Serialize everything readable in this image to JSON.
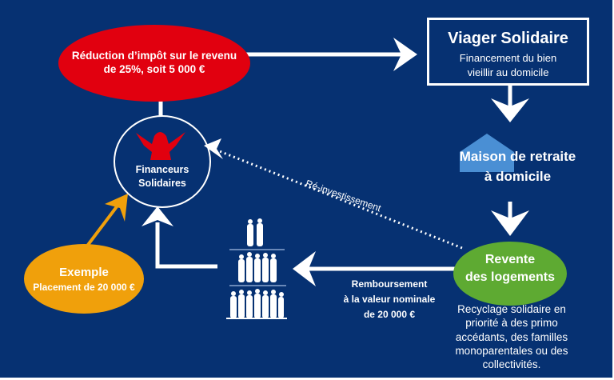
{
  "colors": {
    "background": "#063172",
    "red": "#e1000f",
    "green": "#5eaa32",
    "orange": "#f0a00b",
    "house_blue": "#4a8fd4",
    "white": "#ffffff"
  },
  "nodes": {
    "tax_reduction": {
      "line1": "Réduction d’impôt sur le revenu",
      "line2": "de 25%, soit 5 000 €"
    },
    "viager": {
      "title": "Viager Solidaire",
      "line1": "Financement du bien",
      "line2": "vieillir au domicile"
    },
    "financeurs": {
      "line1": "Financeurs",
      "line2": "Solidaires",
      "icon": "red-figure-icon"
    },
    "maison": {
      "line1": "Maison de retraite",
      "line2": "à domicile",
      "icon": "house-icon"
    },
    "revente": {
      "line1": "Revente",
      "line2": "des logements",
      "desc": [
        "Recyclage solidaire en",
        "priorité à des primo",
        "accédants, des familles",
        "monoparentales ou des",
        "collectivités."
      ]
    },
    "exemple": {
      "title": "Exemple",
      "subtitle": "Placement de 20 000 €"
    },
    "generations": {
      "icon": "people-pyramid-icon"
    }
  },
  "edges": {
    "reinvestissement": "Ré-investissement",
    "remboursement": [
      "Remboursement",
      "à la valeur nominale",
      "de 20 000 €"
    ]
  }
}
